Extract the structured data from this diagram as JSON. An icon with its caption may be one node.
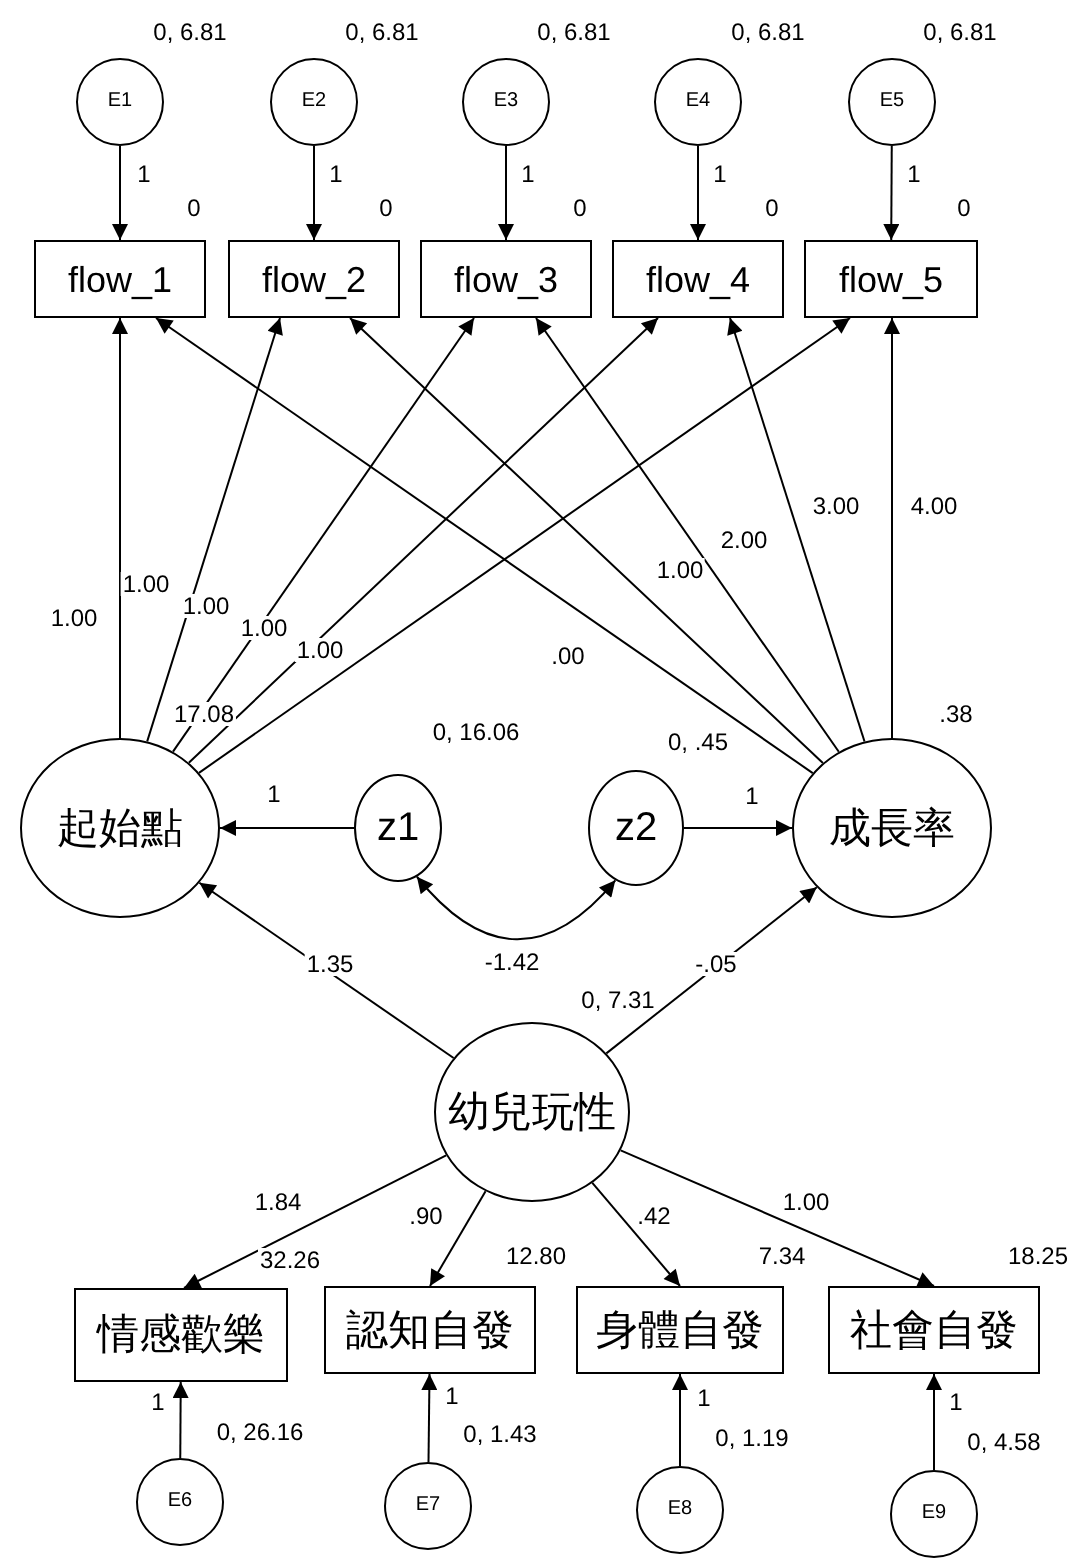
{
  "diagram": {
    "nodes": [
      {
        "text": [
          "E1"
        ],
        "beside": [
          "0, 6.81"
        ]
      },
      {
        "text": [
          "E2"
        ],
        "beside": [
          "0, 6.81"
        ]
      },
      {
        "text": [
          "E3"
        ],
        "beside": [
          "0, 6.81"
        ]
      },
      {
        "text": [
          "E4"
        ],
        "beside": [
          "0, 6.81"
        ]
      },
      {
        "text": [
          "E5"
        ],
        "beside": [
          "0, 6.81"
        ]
      },
      {
        "text": [
          "flow_1"
        ],
        "beside": [
          "0"
        ]
      },
      {
        "text": [
          "flow_2"
        ],
        "beside": [
          "0"
        ]
      },
      {
        "text": [
          "flow_3"
        ],
        "beside": [
          "0"
        ]
      },
      {
        "text": [
          "flow_4"
        ],
        "beside": [
          "0"
        ]
      },
      {
        "text": [
          "flow_5"
        ],
        "beside": [
          "0"
        ]
      },
      {
        "text": [
          "起始點"
        ],
        "beside": [
          "17.08"
        ]
      },
      {
        "text": [
          "z1"
        ],
        "beside": [
          "0, 16.06"
        ]
      },
      {
        "text": [
          "z2"
        ],
        "beside": [
          "0, .45"
        ]
      },
      {
        "text": [
          "成長率"
        ],
        "beside": [
          ".38"
        ]
      },
      {
        "text": [
          "幼兒玩性"
        ],
        "beside": [
          "0, 7.31"
        ]
      },
      {
        "text": [
          "情感歡樂"
        ],
        "beside": [
          "32.26"
        ]
      },
      {
        "text": [
          "認知自發"
        ],
        "beside": [
          "12.80"
        ]
      },
      {
        "text": [
          "身體自發"
        ],
        "beside": [
          "7.34"
        ]
      },
      {
        "text": [
          "社會自發"
        ],
        "beside": [
          "18.25"
        ]
      },
      {
        "text": [
          "E6"
        ],
        "beside": [
          "0, 26.16"
        ]
      },
      {
        "text": [
          "E7"
        ],
        "beside": [
          "0, 1.43"
        ]
      },
      {
        "text": [
          "E8"
        ],
        "beside": [
          "0, 1.19"
        ]
      },
      {
        "text": [
          "E9"
        ],
        "beside": [
          "0, 4.58"
        ]
      }
    ],
    "edges": [
      {
        "from": 0,
        "to": 5,
        "arrow": "to",
        "label": "1"
      },
      {
        "from": 1,
        "to": 6,
        "arrow": "to",
        "label": "1"
      },
      {
        "from": 2,
        "to": 7,
        "arrow": "to",
        "label": "1"
      },
      {
        "from": 3,
        "to": 8,
        "arrow": "to",
        "label": "1"
      },
      {
        "from": 4,
        "to": 9,
        "arrow": "to",
        "label": "1"
      },
      {
        "from": 10,
        "to": 5,
        "arrow": "to",
        "label": "1.00"
      },
      {
        "from": 10,
        "to": 6,
        "arrow": "to",
        "label": "1.00"
      },
      {
        "from": 10,
        "to": 7,
        "arrow": "to",
        "label": "1.00"
      },
      {
        "from": 10,
        "to": 8,
        "arrow": "to",
        "label": "1.00"
      },
      {
        "from": 10,
        "to": 9,
        "arrow": "to",
        "label": "1.00"
      },
      {
        "from": 13,
        "to": 5,
        "arrow": "to",
        "label": ".00"
      },
      {
        "from": 13,
        "to": 6,
        "arrow": "to",
        "label": "1.00"
      },
      {
        "from": 13,
        "to": 7,
        "arrow": "to",
        "label": "2.00"
      },
      {
        "from": 13,
        "to": 8,
        "arrow": "to",
        "label": "3.00"
      },
      {
        "from": 13,
        "to": 9,
        "arrow": "to",
        "label": "4.00"
      },
      {
        "from": 11,
        "to": 10,
        "arrow": "to",
        "label": "1"
      },
      {
        "from": 12,
        "to": 13,
        "arrow": "to",
        "label": "1"
      },
      {
        "from": 11,
        "to": 12,
        "arrow": "both",
        "label": "-1.42"
      },
      {
        "from": 14,
        "to": 10,
        "arrow": "to",
        "label": "1.35"
      },
      {
        "from": 14,
        "to": 13,
        "arrow": "to",
        "label": "-.05"
      },
      {
        "from": 14,
        "to": 15,
        "arrow": "to",
        "label": "1.84"
      },
      {
        "from": 14,
        "to": 16,
        "arrow": "to",
        "label": ".90"
      },
      {
        "from": 14,
        "to": 17,
        "arrow": "to",
        "label": ".42"
      },
      {
        "from": 14,
        "to": 18,
        "arrow": "to",
        "label": "1.00"
      },
      {
        "from": 19,
        "to": 15,
        "arrow": "to",
        "label": "1"
      },
      {
        "from": 20,
        "to": 16,
        "arrow": "to",
        "label": "1"
      },
      {
        "from": 21,
        "to": 17,
        "arrow": "to",
        "label": "1"
      },
      {
        "from": 22,
        "to": 18,
        "arrow": "to",
        "label": "1"
      }
    ]
  }
}
